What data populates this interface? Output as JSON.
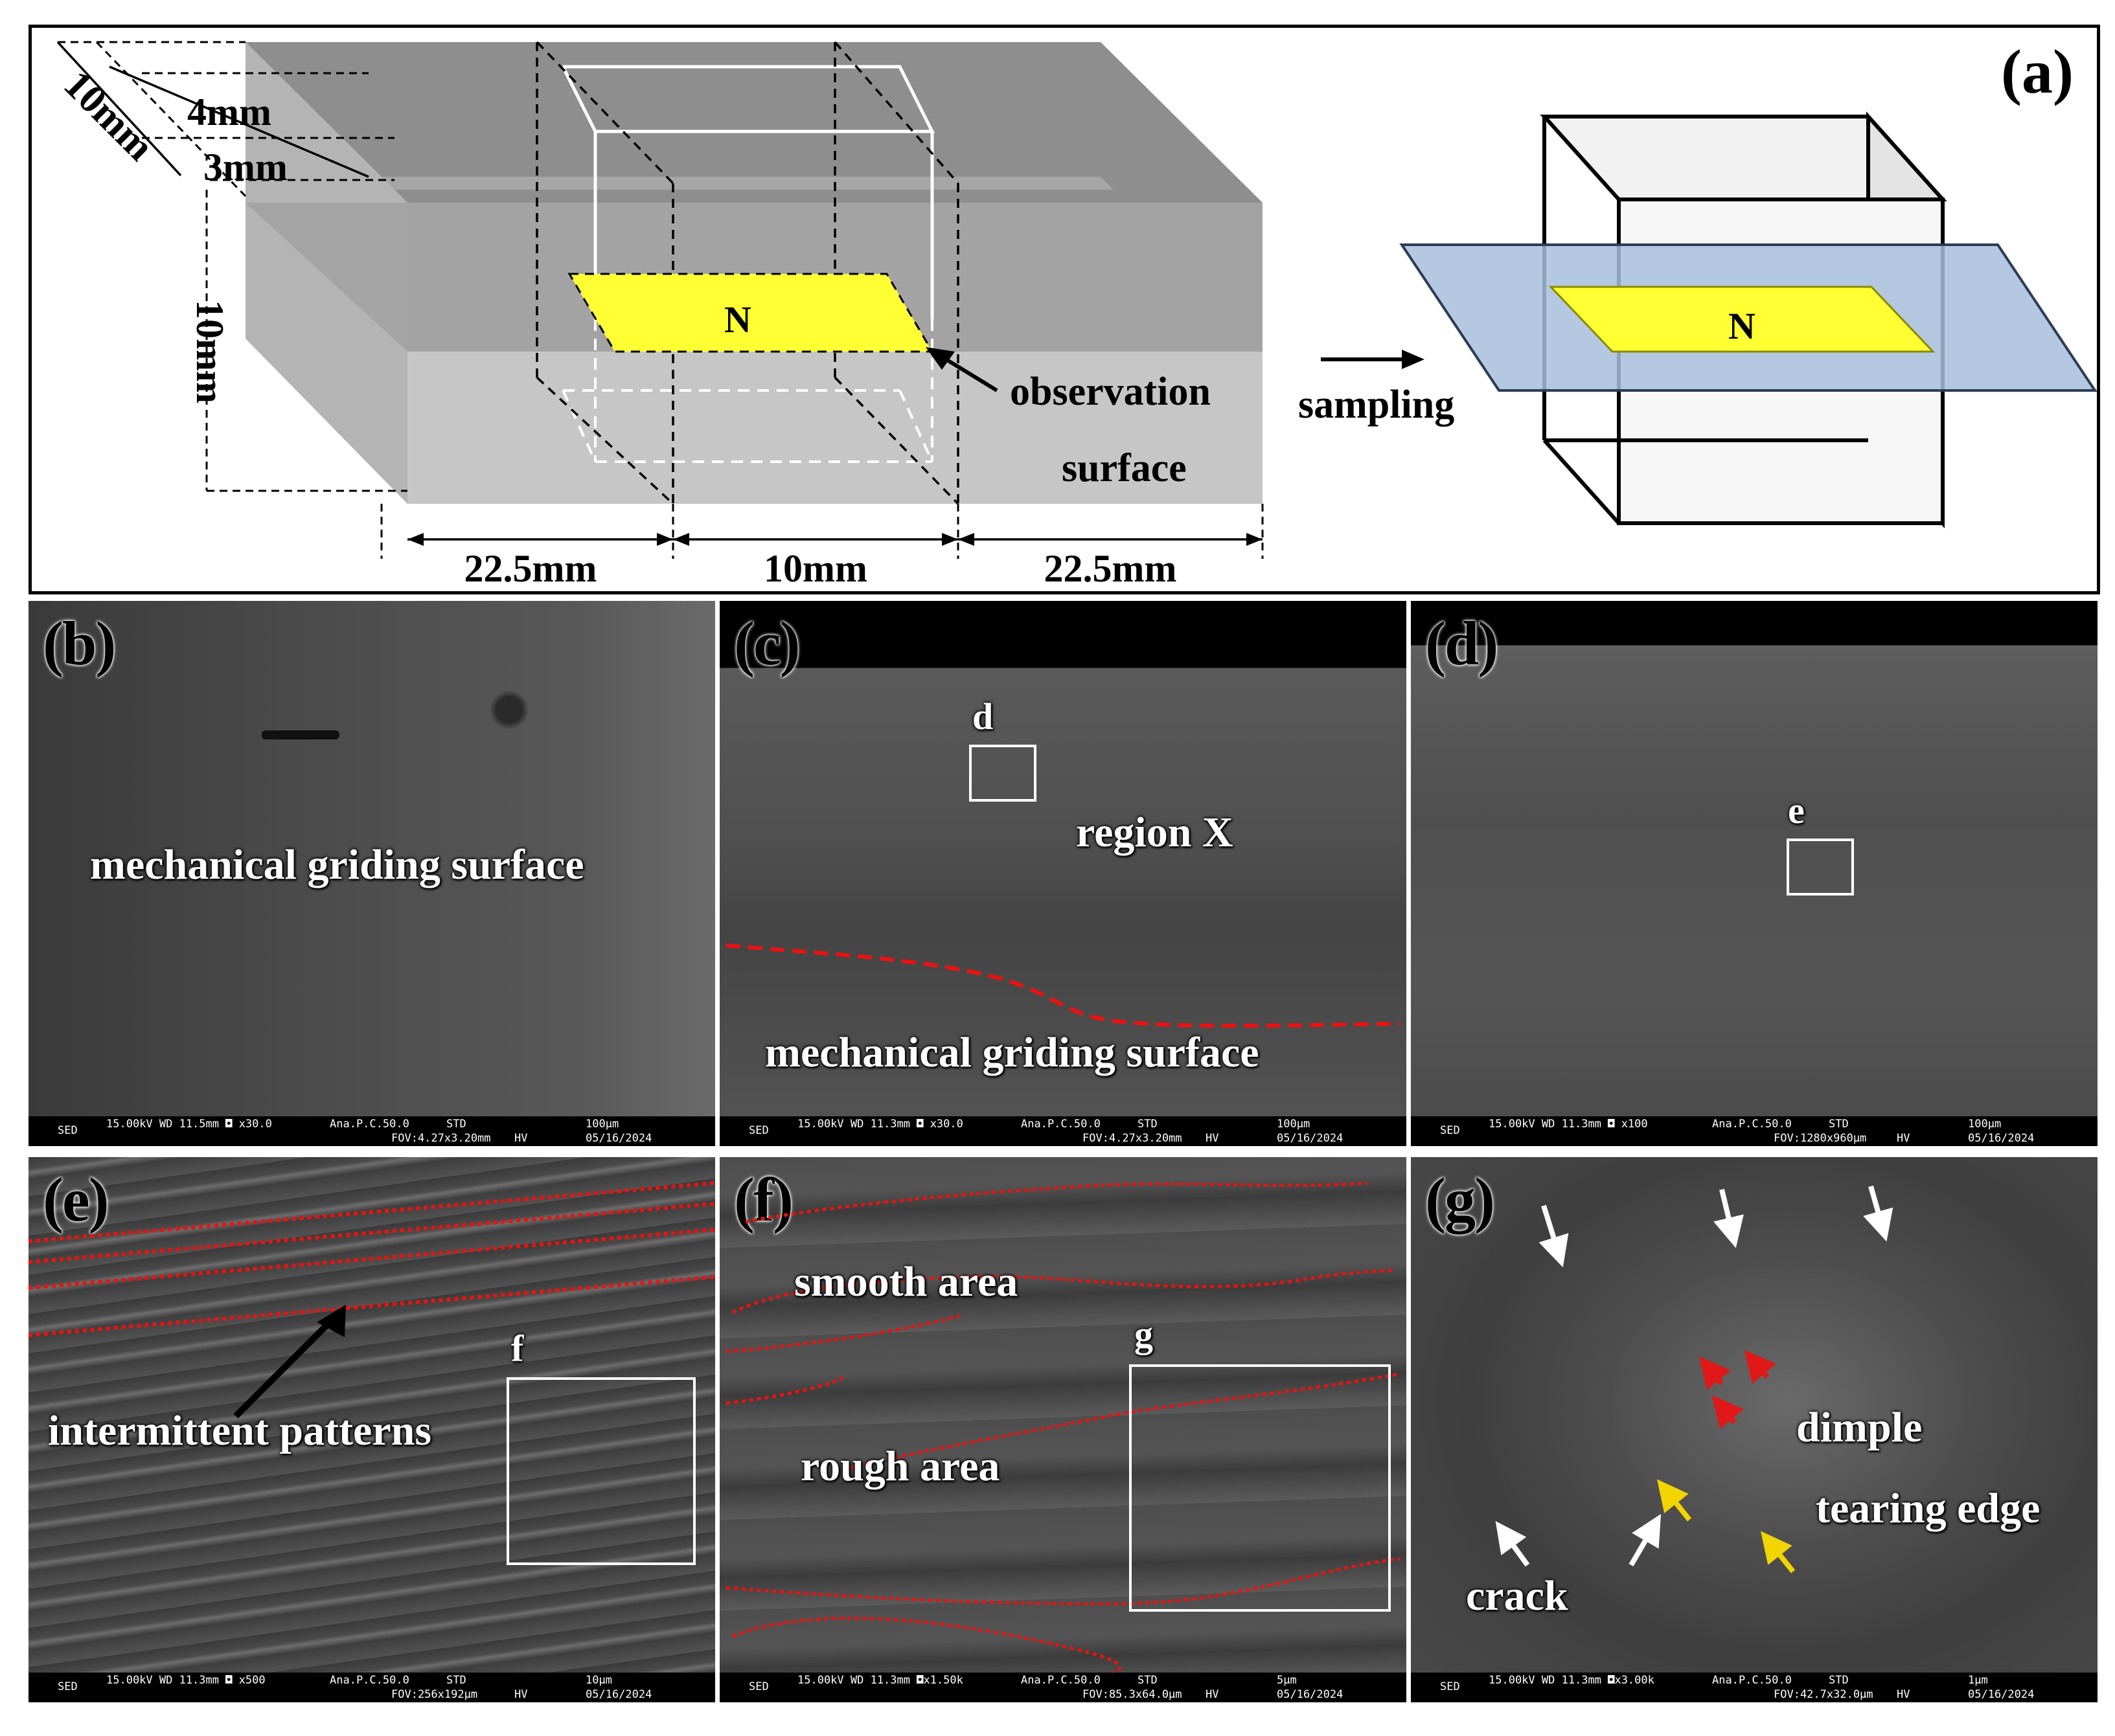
{
  "panel_labels": {
    "a": "(a)",
    "b": "(b)",
    "c": "(c)",
    "d": "(d)",
    "e": "(e)",
    "f": "(f)",
    "g": "(g)"
  },
  "schematic": {
    "dim_thickness_top": "10mm",
    "dim_layer_4": "4mm",
    "dim_layer_3": "3mm",
    "dim_height": "10mm",
    "dim_left": "22.5mm",
    "dim_mid": "10mm",
    "dim_right": "22.5mm",
    "plane_label": "N",
    "observation_label": "observation",
    "surface_label": "surface",
    "sampling_label": "sampling",
    "plane_label_right": "N",
    "colors": {
      "block_top": "#8e8e8e",
      "block_front": "#c6c6c6",
      "block_side": "#b2b2b2",
      "plane": "#ffff33",
      "sampling_plane": "#a7bfdc"
    }
  },
  "panels": {
    "b": {
      "annotation": "mechanical griding surface",
      "bar_info": {
        "detector": "SED",
        "params": "15.00kV WD 11.5mm ◘ x30.0",
        "mode": "Ana.P.C.50.0",
        "std": "STD",
        "scale": "100μm",
        "fov": "FOV:4.27x3.20mm",
        "hv": "HV",
        "date": "05/16/2024"
      }
    },
    "c": {
      "box_label": "d",
      "region_label": "region X",
      "annotation": "mechanical griding surface",
      "bar_info": {
        "detector": "SED",
        "params": "15.00kV WD 11.3mm ◘ x30.0",
        "mode": "Ana.P.C.50.0",
        "std": "STD",
        "scale": "100μm",
        "fov": "FOV:4.27x3.20mm",
        "hv": "HV",
        "date": "05/16/2024"
      }
    },
    "d": {
      "box_label": "e",
      "bar_info": {
        "detector": "SED",
        "params": "15.00kV WD 11.3mm ◘ x100",
        "mode": "Ana.P.C.50.0",
        "std": "STD",
        "scale": "100μm",
        "fov": "FOV:1280x960μm",
        "hv": "HV",
        "date": "05/16/2024"
      }
    },
    "e": {
      "box_label": "f",
      "annotation": "intermittent patterns",
      "bar_info": {
        "detector": "SED",
        "params": "15.00kV WD 11.3mm ◘ x500",
        "mode": "Ana.P.C.50.0",
        "std": "STD",
        "scale": "10μm",
        "fov": "FOV:256x192μm",
        "hv": "HV",
        "date": "05/16/2024"
      }
    },
    "f": {
      "box_label": "g",
      "smooth_label": "smooth area",
      "rough_label": "rough area",
      "bar_info": {
        "detector": "SED",
        "params": "15.00kV WD 11.3mm ◘x1.50k",
        "mode": "Ana.P.C.50.0",
        "std": "STD",
        "scale": "5μm",
        "fov": "FOV:85.3x64.0μm",
        "hv": "HV",
        "date": "05/16/2024"
      }
    },
    "g": {
      "dimple_label": "dimple",
      "tearing_label": "tearing edge",
      "crack_label": "crack",
      "bar_info": {
        "detector": "SED",
        "params": "15.00kV WD 11.3mm ◘x3.00k",
        "mode": "Ana.P.C.50.0",
        "std": "STD",
        "scale": "1μm",
        "fov": "FOV:42.7x32.0μm",
        "hv": "HV",
        "date": "05/16/2024"
      }
    }
  }
}
